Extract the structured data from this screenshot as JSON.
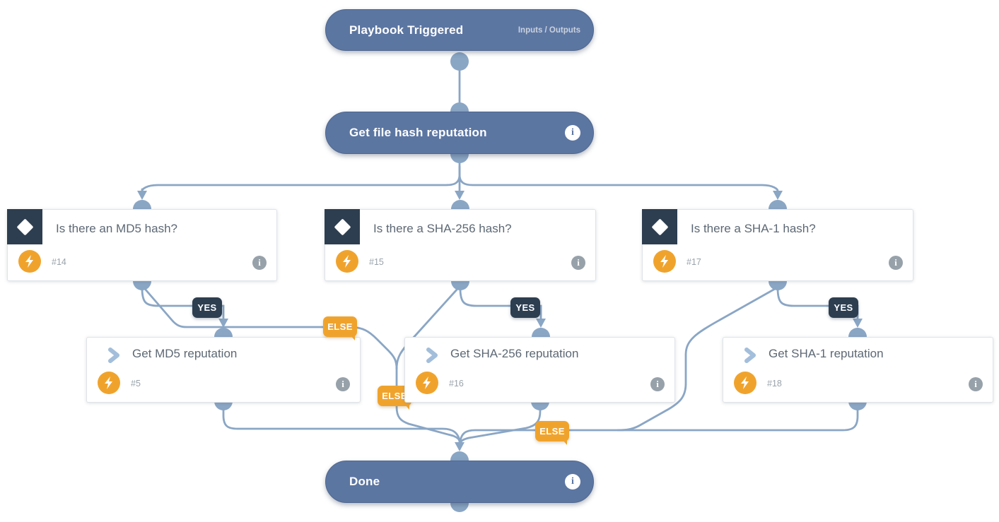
{
  "colors": {
    "node_blue": "#5c76a2",
    "edge_blue": "#8aa6c5",
    "dark_navy": "#2d3e50",
    "accent_orange": "#f0a32c",
    "card_title_gray": "#5d6874"
  },
  "nodes": {
    "trigger": {
      "title": "Playbook Triggered",
      "link": "Inputs / Outputs"
    },
    "get_hash": {
      "title": "Get file hash reputation"
    },
    "cond_md5": {
      "title": "Is there an MD5 hash?",
      "id": "#14"
    },
    "cond_sha256": {
      "title": "Is there a SHA-256 hash?",
      "id": "#15"
    },
    "cond_sha1": {
      "title": "Is there a SHA-1 hash?",
      "id": "#17"
    },
    "task_md5": {
      "title": "Get MD5 reputation",
      "id": "#5"
    },
    "task_sha256": {
      "title": "Get SHA-256 reputation",
      "id": "#16"
    },
    "task_sha1": {
      "title": "Get SHA-1 reputation",
      "id": "#18"
    },
    "done": {
      "title": "Done"
    }
  },
  "edge_labels": {
    "yes": "YES",
    "else": "ELSE"
  }
}
